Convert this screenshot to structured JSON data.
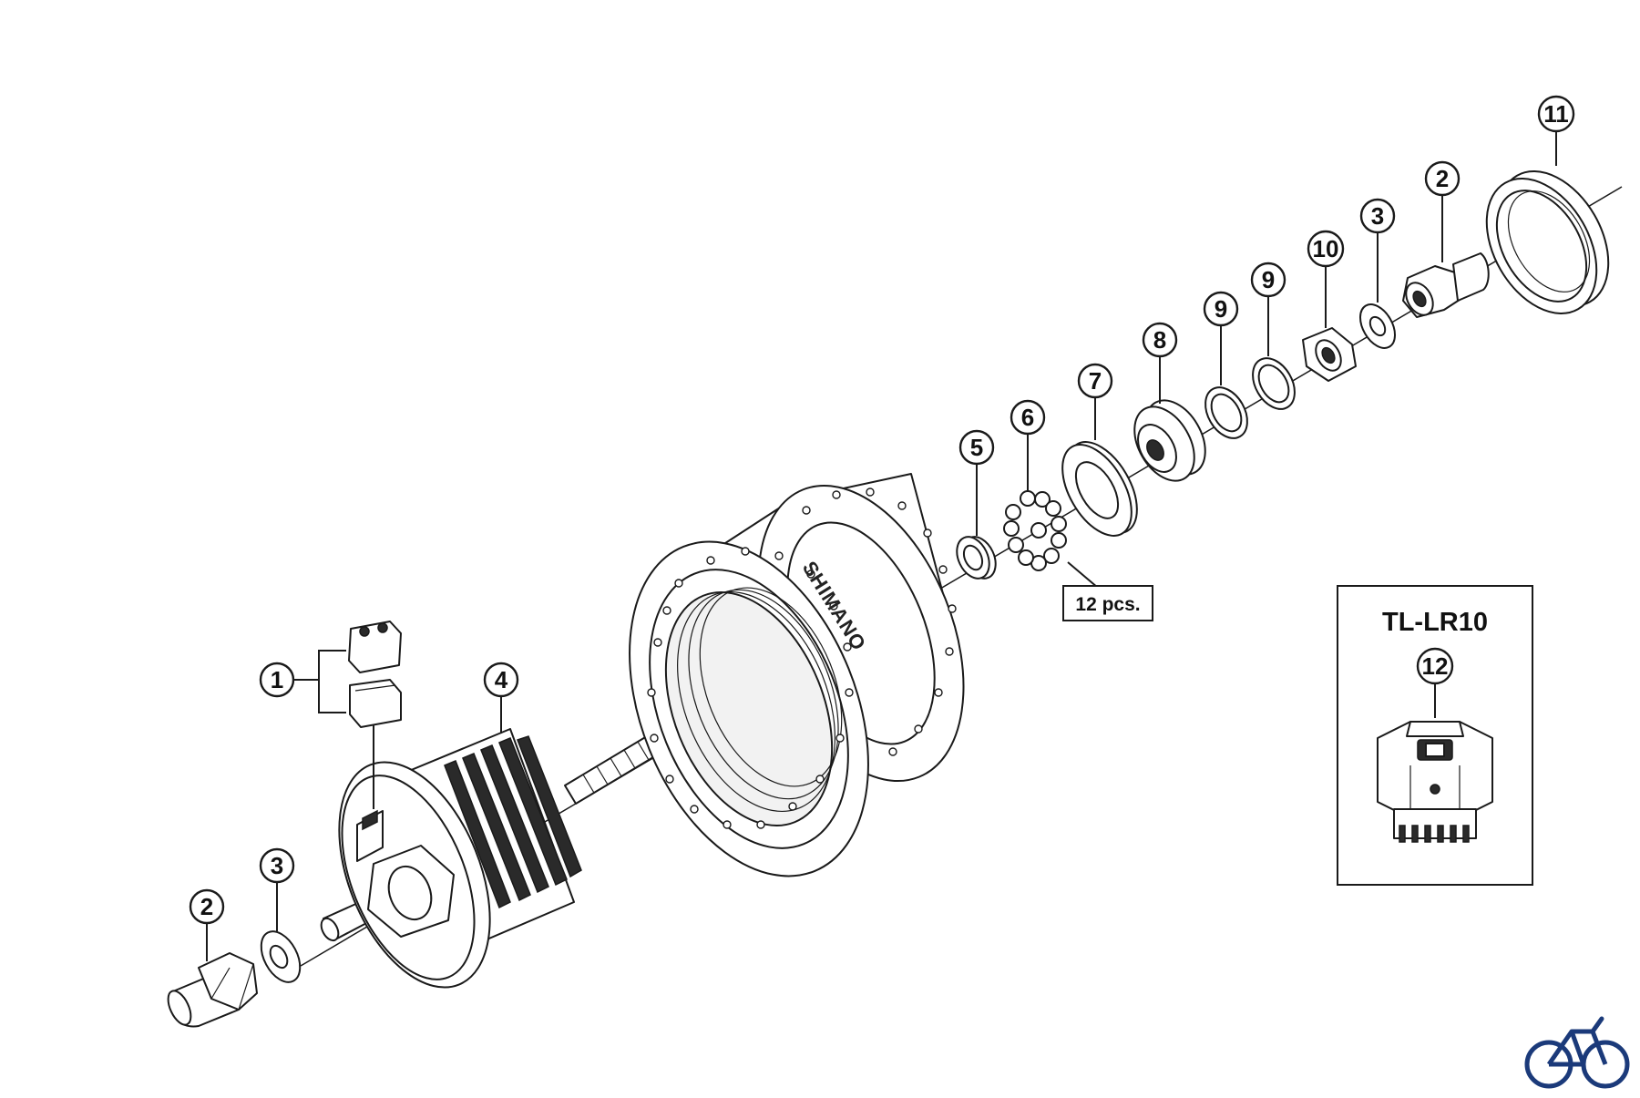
{
  "callouts": [
    {
      "id": "c1",
      "label": "1"
    },
    {
      "id": "c2a",
      "label": "2"
    },
    {
      "id": "c3a",
      "label": "3"
    },
    {
      "id": "c4",
      "label": "4"
    },
    {
      "id": "c5",
      "label": "5"
    },
    {
      "id": "c6",
      "label": "6"
    },
    {
      "id": "c7",
      "label": "7"
    },
    {
      "id": "c8",
      "label": "8"
    },
    {
      "id": "c9a",
      "label": "9"
    },
    {
      "id": "c9b",
      "label": "9"
    },
    {
      "id": "c10",
      "label": "10"
    },
    {
      "id": "c3b",
      "label": "3"
    },
    {
      "id": "c2b",
      "label": "2"
    },
    {
      "id": "c11",
      "label": "11"
    },
    {
      "id": "c12",
      "label": "12"
    }
  ],
  "ball_bearing_qty": "12 pcs.",
  "tool_box": {
    "title": "TL-LR10"
  },
  "hub_brand": "SHIMANO"
}
